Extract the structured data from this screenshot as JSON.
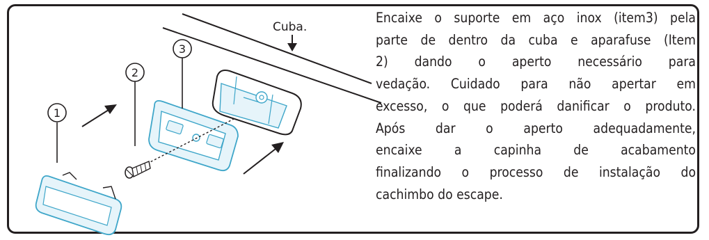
{
  "diagram": {
    "labels": {
      "cuba": "Cuba.",
      "item1": "1",
      "item2": "2",
      "item3": "3"
    }
  },
  "instructions": {
    "lines": [
      "Encaixe o suporte em aço inox (item3) pela",
      "parte de dentro da cuba e aparafuse (Item",
      "2) dando o aperto necessário para",
      "vedação. Cuidado para não apertar em",
      "excesso, o que poderá danificar o produto.",
      "Após dar o aperto adequadamente,",
      "encaixe a capinha de acabamento",
      "finalizando o processo de instalação do",
      "cachimbo do escape."
    ]
  },
  "colors": {
    "outline": "#231f20",
    "part_stroke": "#3ea6c9",
    "part_fill": "#e6f4fa"
  }
}
